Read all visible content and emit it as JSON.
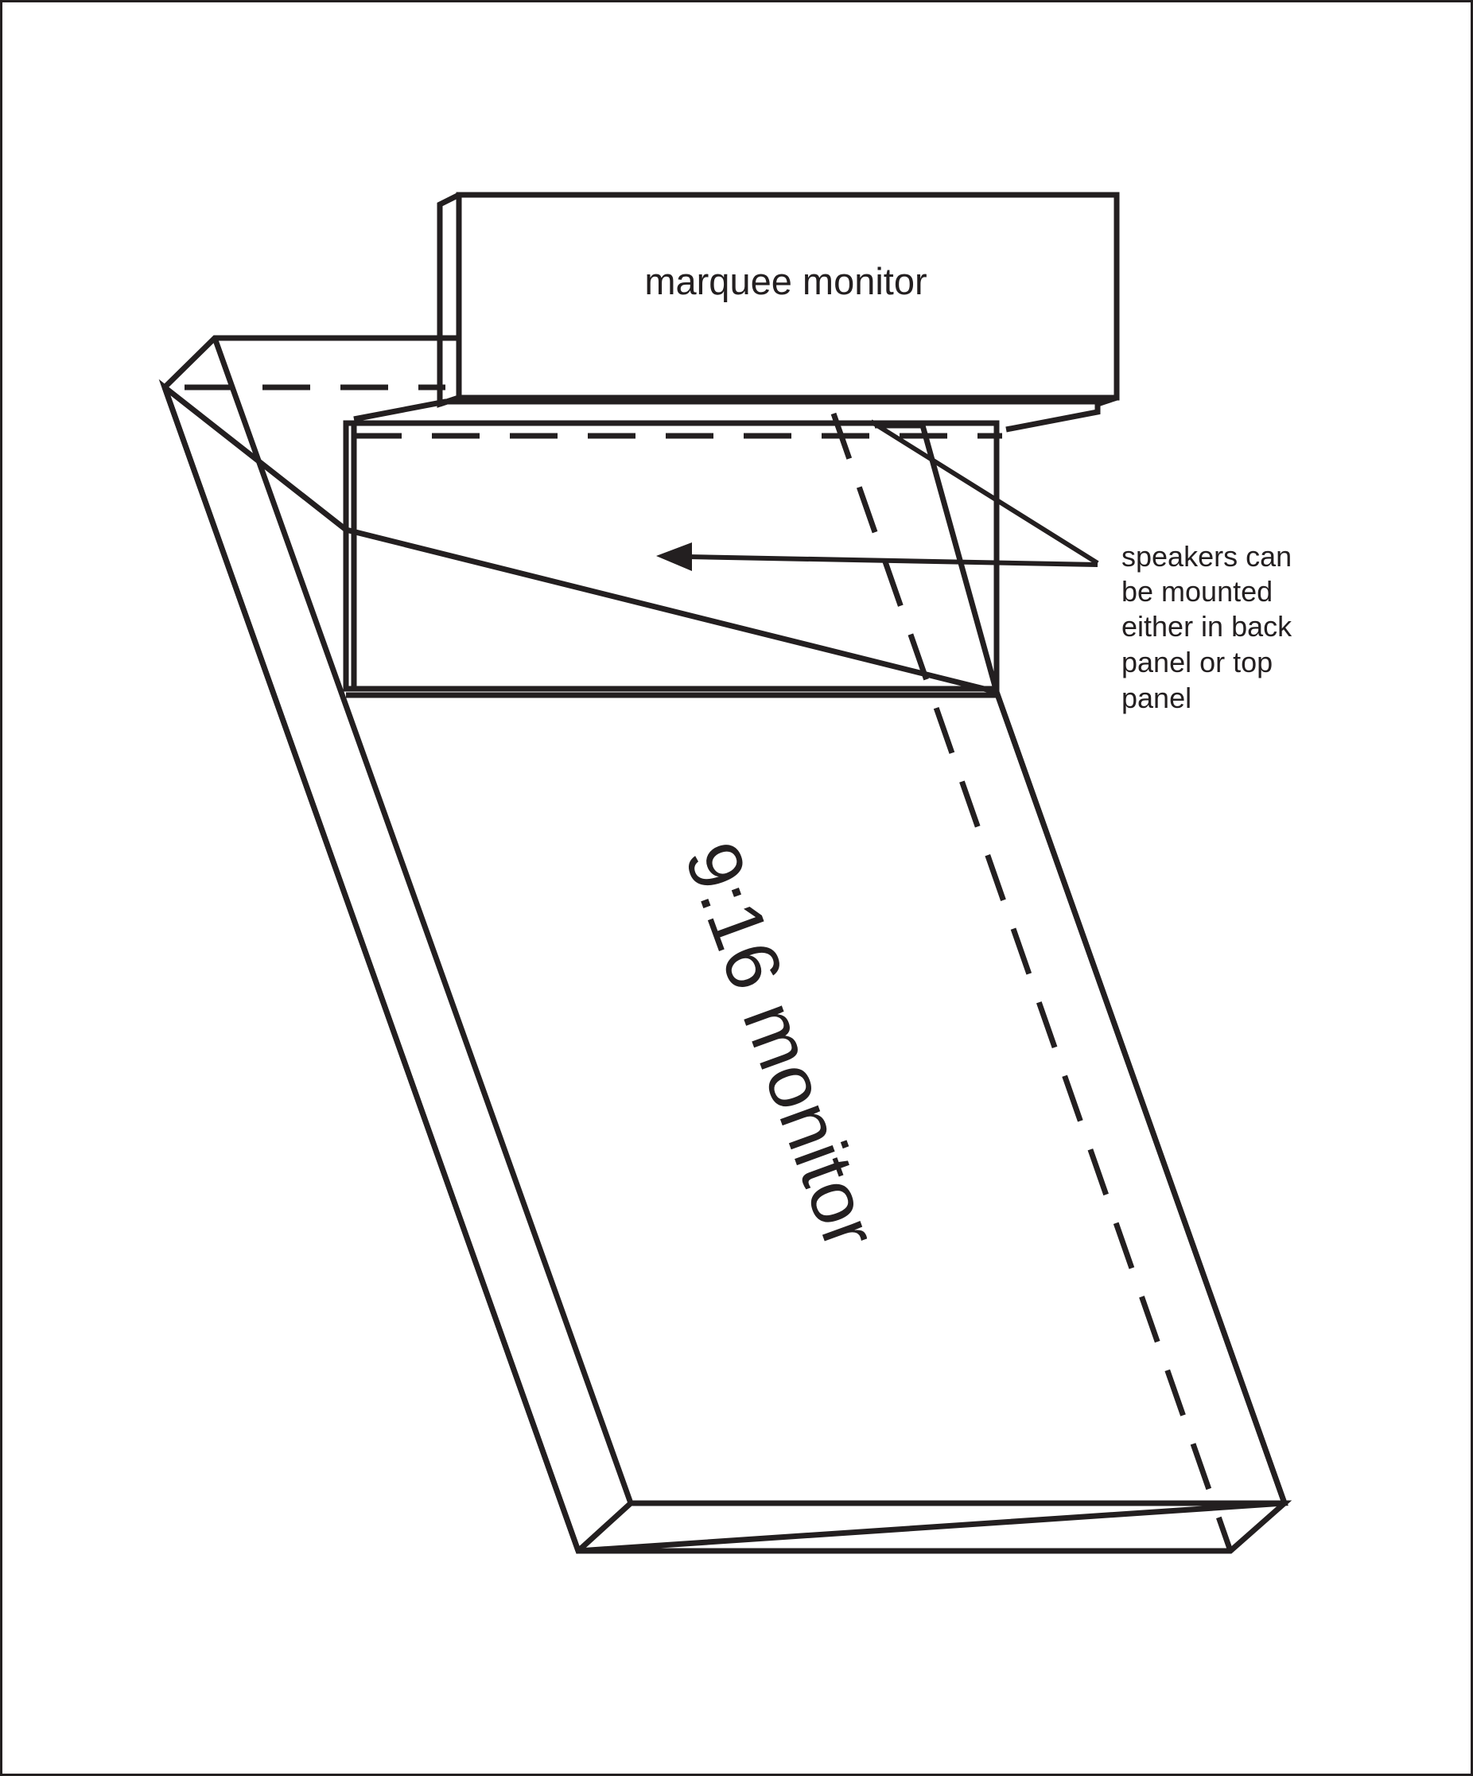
{
  "labels": {
    "marquee": "marquee monitor",
    "main_monitor": "9:16 monitor",
    "speakers_note": [
      "speakers can",
      "be mounted",
      "either in back",
      "panel or top",
      "panel"
    ]
  },
  "colors": {
    "ink": "#231f20",
    "background": "#ffffff"
  }
}
